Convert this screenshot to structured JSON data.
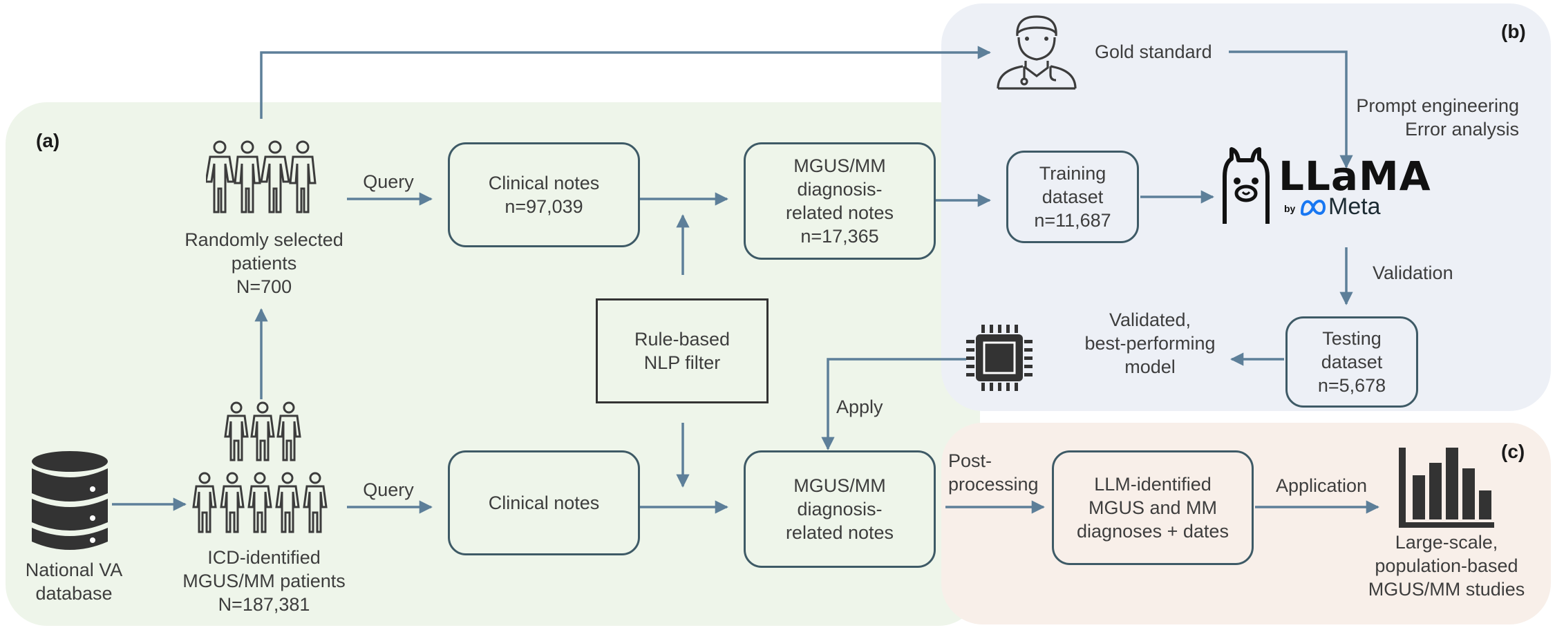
{
  "panels": {
    "a": {
      "label": "(a)"
    },
    "b": {
      "label": "(b)"
    },
    "c": {
      "label": "(c)"
    }
  },
  "nodes": {
    "random_patients": {
      "lines": [
        "Randomly selected",
        "patients",
        "N=700"
      ]
    },
    "icd_patients": {
      "lines": [
        "ICD-identified",
        "MGUS/MM patients",
        "N=187,381"
      ]
    },
    "national_va": {
      "lines": [
        "National VA",
        "database"
      ]
    },
    "clinical_notes_sample": {
      "lines": [
        "Clinical notes",
        "n=97,039"
      ]
    },
    "clinical_notes_all": {
      "lines": [
        "Clinical notes"
      ]
    },
    "diag_notes_sample": {
      "lines": [
        "MGUS/MM",
        "diagnosis-",
        "related notes",
        "n=17,365"
      ]
    },
    "diag_notes_all": {
      "lines": [
        "MGUS/MM",
        "diagnosis-",
        "related notes"
      ]
    },
    "rule_filter": {
      "lines": [
        "Rule-based",
        "NLP filter"
      ]
    },
    "training": {
      "lines": [
        "Training",
        "dataset",
        "n=11,687"
      ]
    },
    "testing": {
      "lines": [
        "Testing",
        "dataset",
        "n=5,678"
      ]
    },
    "gold_standard": {
      "lines": [
        "Gold standard"
      ]
    },
    "prompt": {
      "lines": [
        "Prompt engineering",
        "Error analysis"
      ]
    },
    "validation": {
      "lines": [
        "Validation"
      ]
    },
    "validated_model": {
      "lines": [
        "Validated,",
        "best-performing",
        "model"
      ]
    },
    "llm_identified": {
      "lines": [
        "LLM-identified",
        "MGUS and MM",
        "diagnoses + dates"
      ]
    },
    "large_scale": {
      "lines": [
        "Large-scale,",
        "population-based",
        "MGUS/MM studies"
      ]
    }
  },
  "edge_labels": {
    "query_top": "Query",
    "query_bottom": "Query",
    "apply": "Apply",
    "post_processing": [
      "Post-",
      "processing"
    ],
    "application": "Application"
  },
  "llama_logo": {
    "name": "LLaMA",
    "by": "by",
    "meta": "Meta"
  },
  "colors": {
    "arrow": "#5d7f99",
    "box_border": "#3e5a66",
    "icon": "#3c3c3c",
    "panel_a": "#eef5ea",
    "panel_b": "#edf0f6",
    "panel_c": "#f8efe9",
    "meta_blue": "#1877f2"
  },
  "icons": [
    "people-group-icon",
    "crowd-icon",
    "database-icon",
    "doctor-icon",
    "llama-icon",
    "chip-icon",
    "bar-chart-icon"
  ]
}
